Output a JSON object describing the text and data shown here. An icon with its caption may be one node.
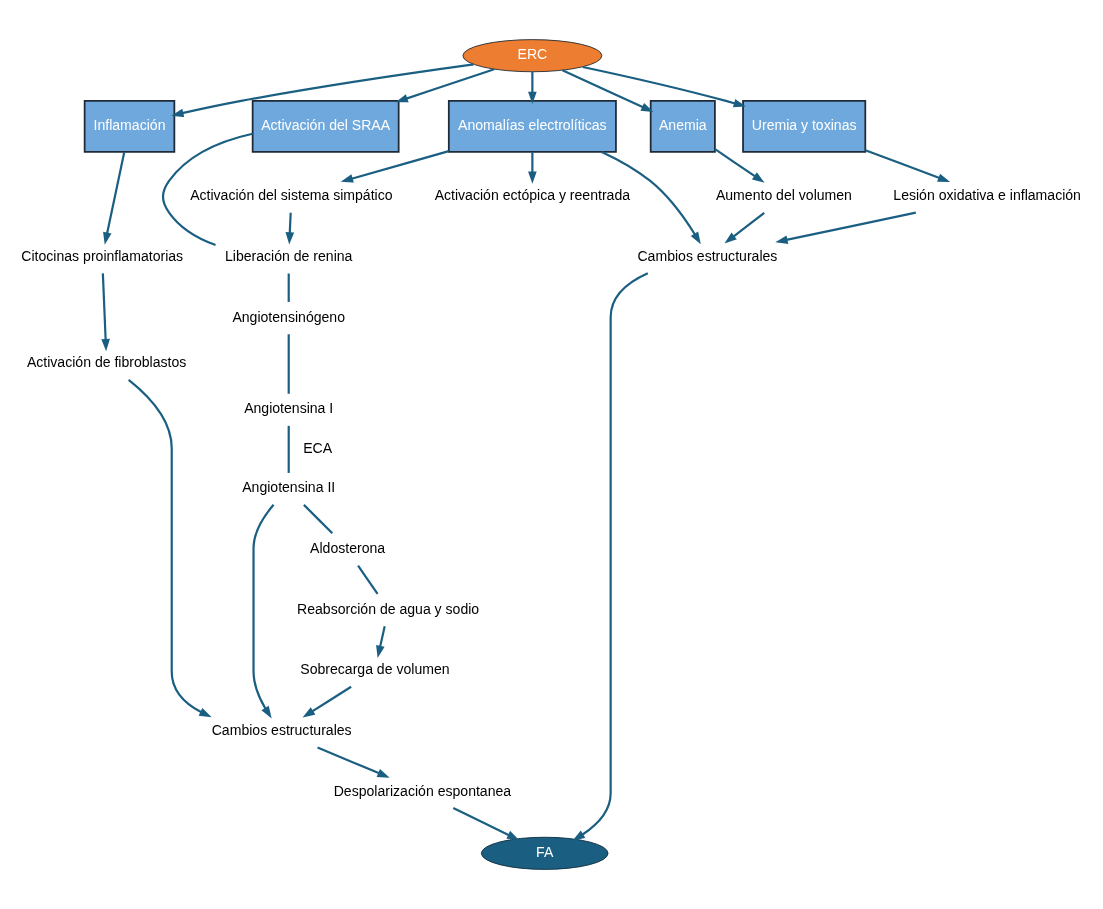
{
  "diagram": {
    "nodes": [
      {
        "text": [
          "ERC"
        ]
      },
      {
        "text": [
          "Inflamación"
        ]
      },
      {
        "text": [
          "Activación del SRAA"
        ]
      },
      {
        "text": [
          "Anomalías electrolíticas"
        ]
      },
      {
        "text": [
          "Anemia"
        ]
      },
      {
        "text": [
          "Uremia y toxinas"
        ]
      },
      {
        "text": [
          "Citocinas proinflamatorias"
        ]
      },
      {
        "text": [
          "Activación de fibroblastos"
        ]
      },
      {
        "text": [
          "Cambios estructurales"
        ]
      },
      {
        "text": [
          "Despolarización espontanea"
        ]
      },
      {
        "text": [
          "Liberación de renina"
        ]
      },
      {
        "text": [
          "Angiotensinógeno"
        ]
      },
      {
        "text": [
          "Angiotensina I"
        ]
      },
      {
        "text": [
          "Angiotensina II"
        ]
      },
      {
        "text": [
          "Aldosterona"
        ]
      },
      {
        "text": [
          "Reabsorción de agua y sodio"
        ]
      },
      {
        "text": [
          "Sobrecarga de volumen"
        ]
      },
      {
        "text": [
          "Activación del sistema simpático"
        ]
      },
      {
        "text": [
          "Activación ectópica y reentrada"
        ]
      },
      {
        "text": [
          "Aumento del volumen"
        ]
      },
      {
        "text": [
          "Lesión oxidativa e inflamación"
        ]
      },
      {
        "text": [
          "Cambios estructurales"
        ]
      },
      {
        "text": [
          "FA"
        ]
      }
    ],
    "edges": [
      {
        "from": 0,
        "to": 1,
        "arrow": "to"
      },
      {
        "from": 0,
        "to": 2,
        "arrow": "to"
      },
      {
        "from": 0,
        "to": 3,
        "arrow": "to"
      },
      {
        "from": 0,
        "to": 4,
        "arrow": "to"
      },
      {
        "from": 0,
        "to": 5,
        "arrow": "to"
      },
      {
        "from": 1,
        "to": 6,
        "arrow": "to"
      },
      {
        "from": 6,
        "to": 7,
        "arrow": "to"
      },
      {
        "from": 7,
        "to": 8,
        "arrow": "to"
      },
      {
        "from": 8,
        "to": 9,
        "arrow": "to"
      },
      {
        "from": 9,
        "to": 22,
        "arrow": "to"
      },
      {
        "from": 2,
        "to": 10,
        "arrow": "none"
      },
      {
        "from": 10,
        "to": 11,
        "arrow": "none"
      },
      {
        "from": 11,
        "to": 12,
        "arrow": "none"
      },
      {
        "from": 12,
        "to": 13,
        "arrow": "none",
        "label": "ECA"
      },
      {
        "from": 13,
        "to": 14,
        "arrow": "none"
      },
      {
        "from": 14,
        "to": 15,
        "arrow": "none"
      },
      {
        "from": 15,
        "to": 16,
        "arrow": "to"
      },
      {
        "from": 13,
        "to": 8,
        "arrow": "to"
      },
      {
        "from": 16,
        "to": 8,
        "arrow": "to"
      },
      {
        "from": 3,
        "to": 17,
        "arrow": "to"
      },
      {
        "from": 17,
        "to": 10,
        "arrow": "to"
      },
      {
        "from": 3,
        "to": 18,
        "arrow": "to"
      },
      {
        "from": 3,
        "to": 21,
        "arrow": "to"
      },
      {
        "from": 4,
        "to": 19,
        "arrow": "to"
      },
      {
        "from": 19,
        "to": 21,
        "arrow": "to"
      },
      {
        "from": 5,
        "to": 20,
        "arrow": "to"
      },
      {
        "from": 20,
        "to": 21,
        "arrow": "to"
      },
      {
        "from": 21,
        "to": 22,
        "arrow": "to"
      }
    ]
  }
}
